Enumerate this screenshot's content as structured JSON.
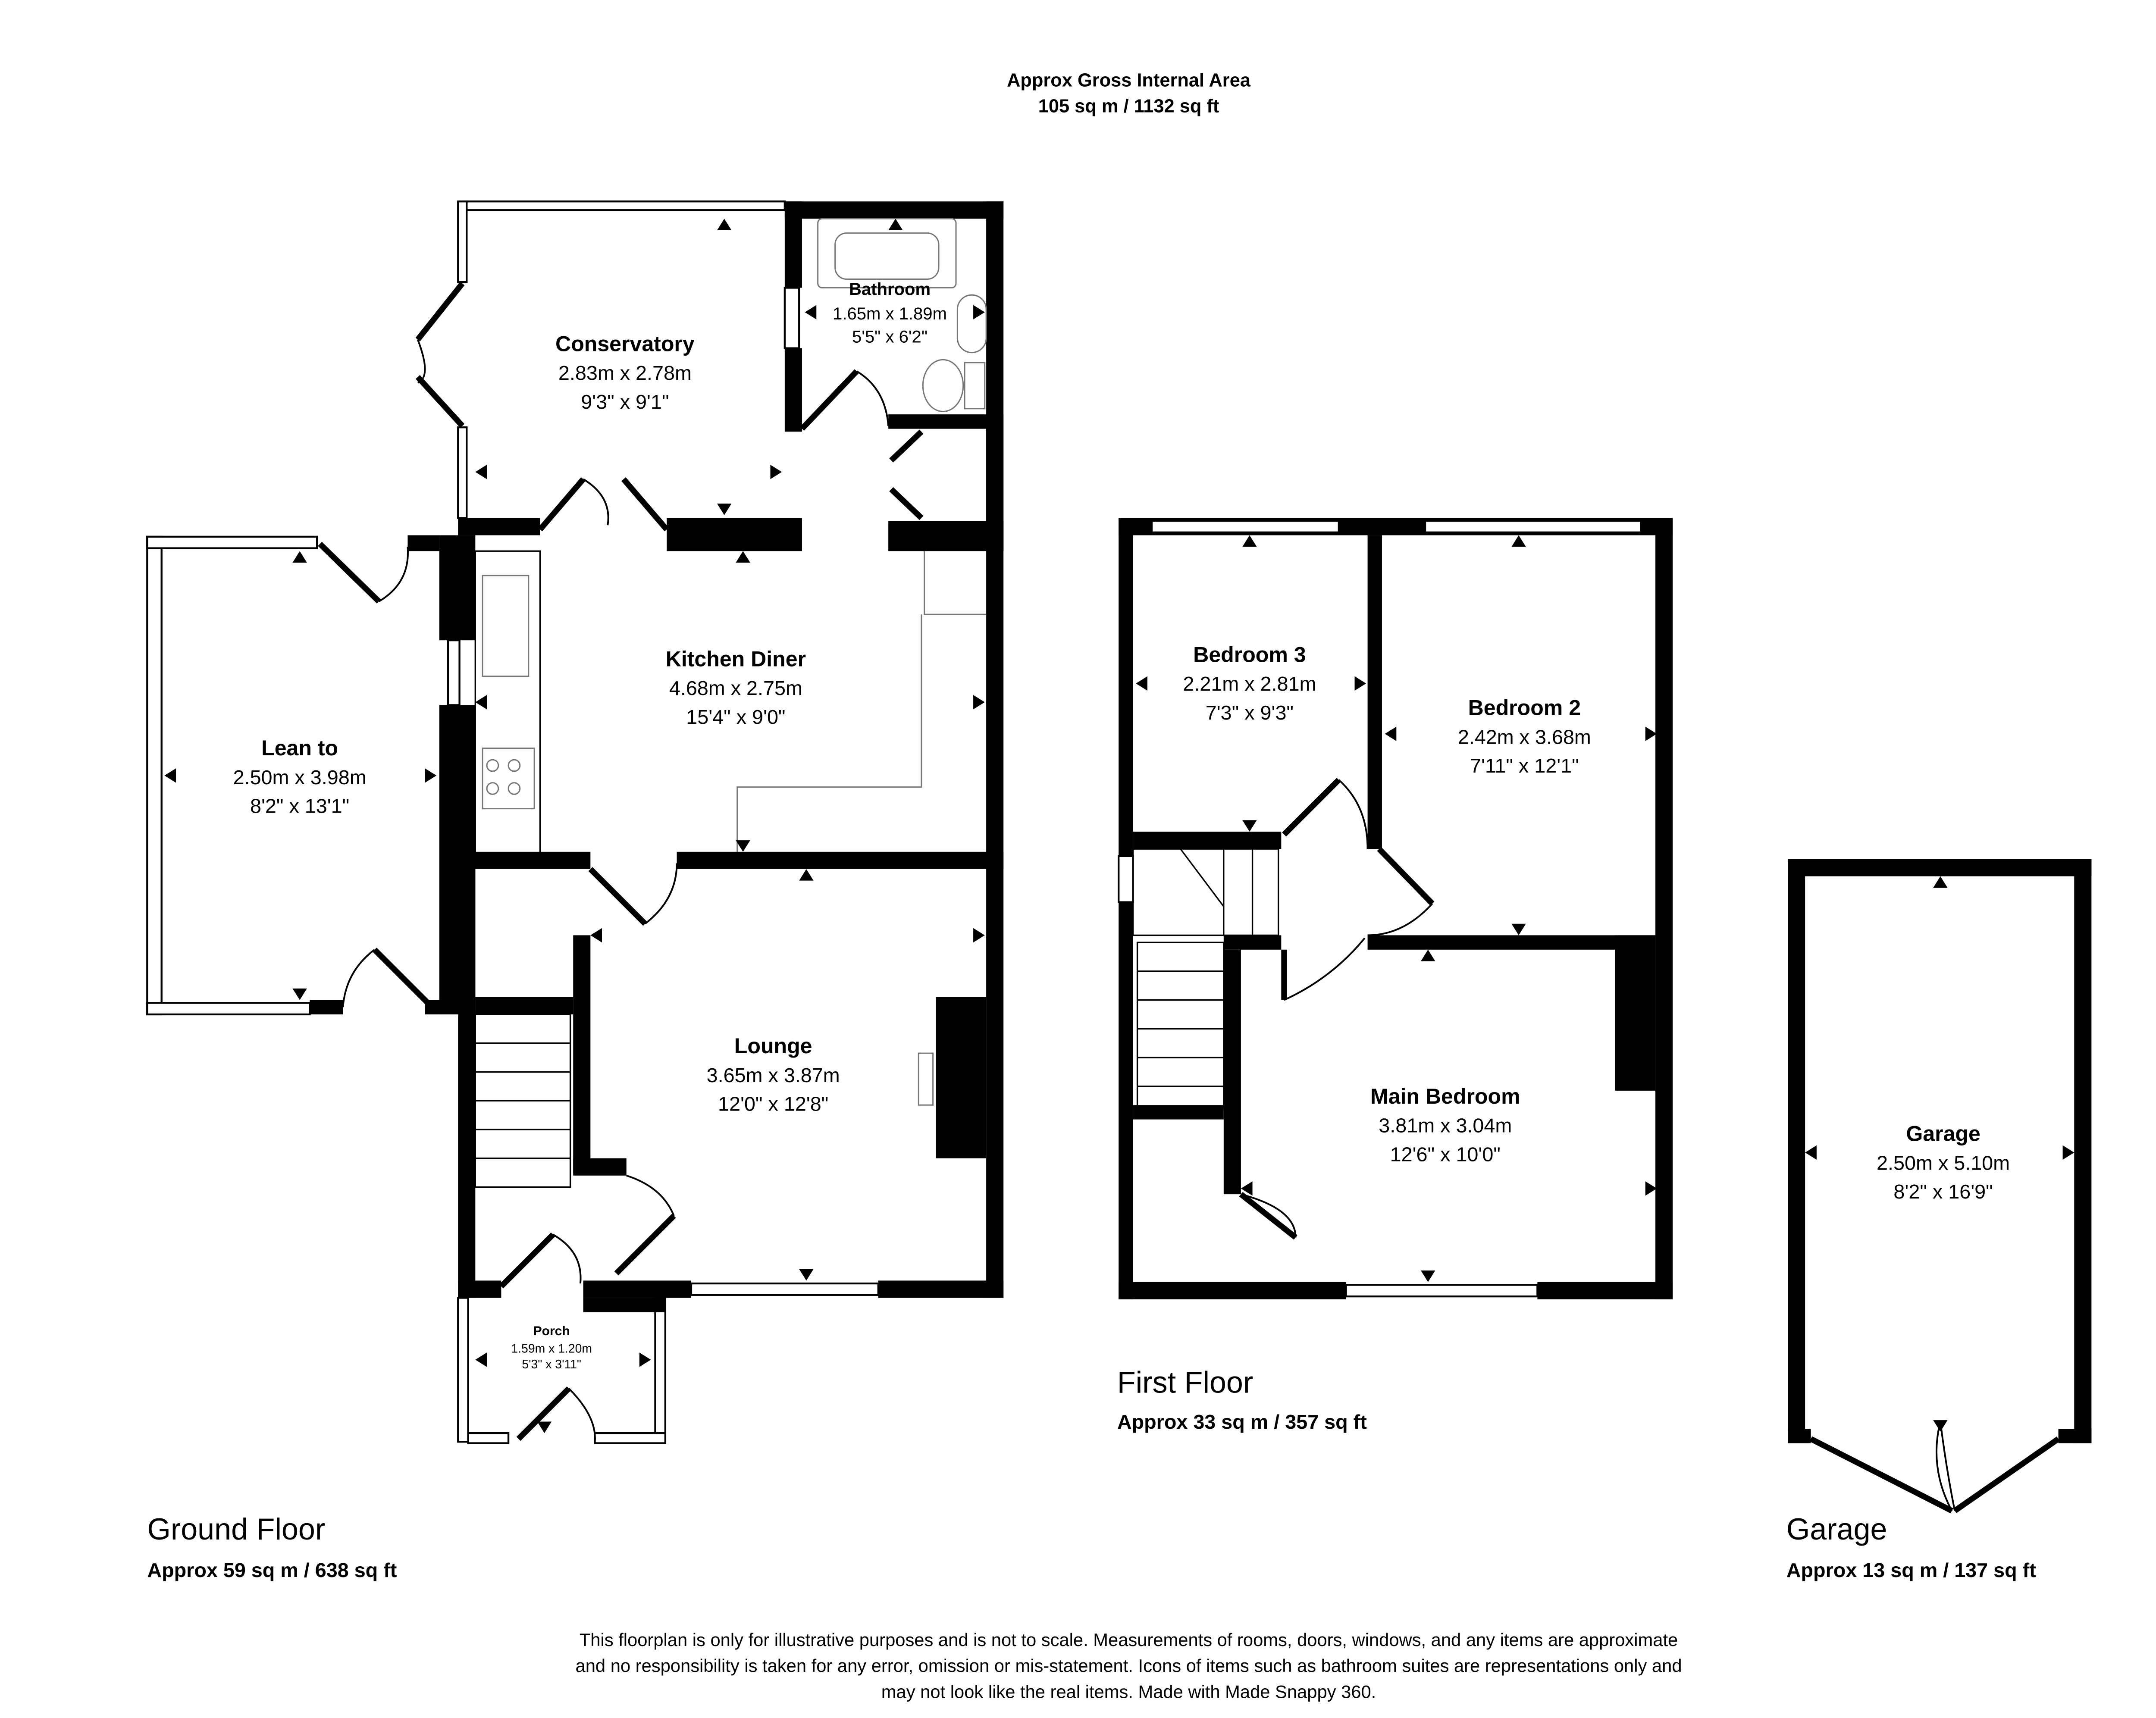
{
  "header": {
    "title": "Approx Gross Internal Area",
    "area": "105 sq m / 1132 sq ft"
  },
  "floors": [
    {
      "name": "Ground Floor",
      "area": "Approx 59 sq m / 638 sq ft"
    },
    {
      "name": "First Floor",
      "area": "Approx 33 sq m / 357 sq ft"
    },
    {
      "name": "Garage",
      "area": "Approx 13 sq m / 137 sq ft"
    }
  ],
  "rooms": {
    "conservatory": {
      "name": "Conservatory",
      "metric": "2.83m x 2.78m",
      "imperial": "9'3\" x 9'1\""
    },
    "bathroom": {
      "name": "Bathroom",
      "metric": "1.65m x 1.89m",
      "imperial": "5'5\" x 6'2\""
    },
    "kitchen": {
      "name": "Kitchen Diner",
      "metric": "4.68m x 2.75m",
      "imperial": "15'4\" x 9'0\""
    },
    "leanto": {
      "name": "Lean to",
      "metric": "2.50m x 3.98m",
      "imperial": "8'2\" x 13'1\""
    },
    "lounge": {
      "name": "Lounge",
      "metric": "3.65m x 3.87m",
      "imperial": "12'0\" x 12'8\""
    },
    "porch": {
      "name": "Porch",
      "metric": "1.59m x 1.20m",
      "imperial": "5'3\" x 3'11\""
    },
    "bedroom3": {
      "name": "Bedroom 3",
      "metric": "2.21m x 2.81m",
      "imperial": "7'3\" x 9'3\""
    },
    "bedroom2": {
      "name": "Bedroom 2",
      "metric": "2.42m x 3.68m",
      "imperial": "7'11\" x 12'1\""
    },
    "mainbed": {
      "name": "Main Bedroom",
      "metric": "3.81m x 3.04m",
      "imperial": "12'6\" x 10'0\""
    },
    "garage": {
      "name": "Garage",
      "metric": "2.50m x 5.10m",
      "imperial": "8'2\" x 16'9\""
    }
  },
  "disclaimer": [
    "This floorplan is only for illustrative purposes and is not to scale. Measurements of rooms, doors, windows, and any items are approximate",
    "and no responsibility is taken for any error, omission or mis-statement. Icons of items such as bathroom suites are representations only and",
    "may not look like the real items. Made with Made Snappy 360."
  ]
}
